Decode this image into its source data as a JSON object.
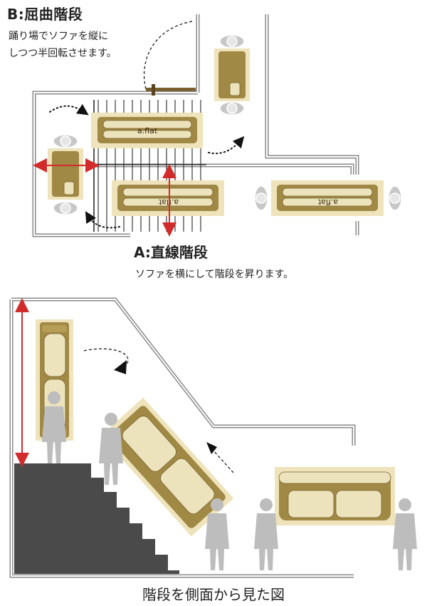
{
  "section_b": {
    "title": "B:屈曲階段",
    "description_lines": [
      "踊り場でソファを縦に",
      "しつつ半回転させます。"
    ]
  },
  "section_a": {
    "title": "A:直線階段",
    "description": "ソファを横にして階段を昇ります。"
  },
  "sofa_label": "a.flat",
  "side_view": {
    "title": "階段を側面から見た図"
  },
  "colors": {
    "sofa_frame": "#a08845",
    "sofa_cushion": "#ece3bc",
    "sofa_panel": "#eee3bb",
    "arrow_red": "#d22b2b",
    "wall": "#8a8a8a",
    "stairs": "#4a4a4a",
    "person": "#bdbdbd"
  }
}
